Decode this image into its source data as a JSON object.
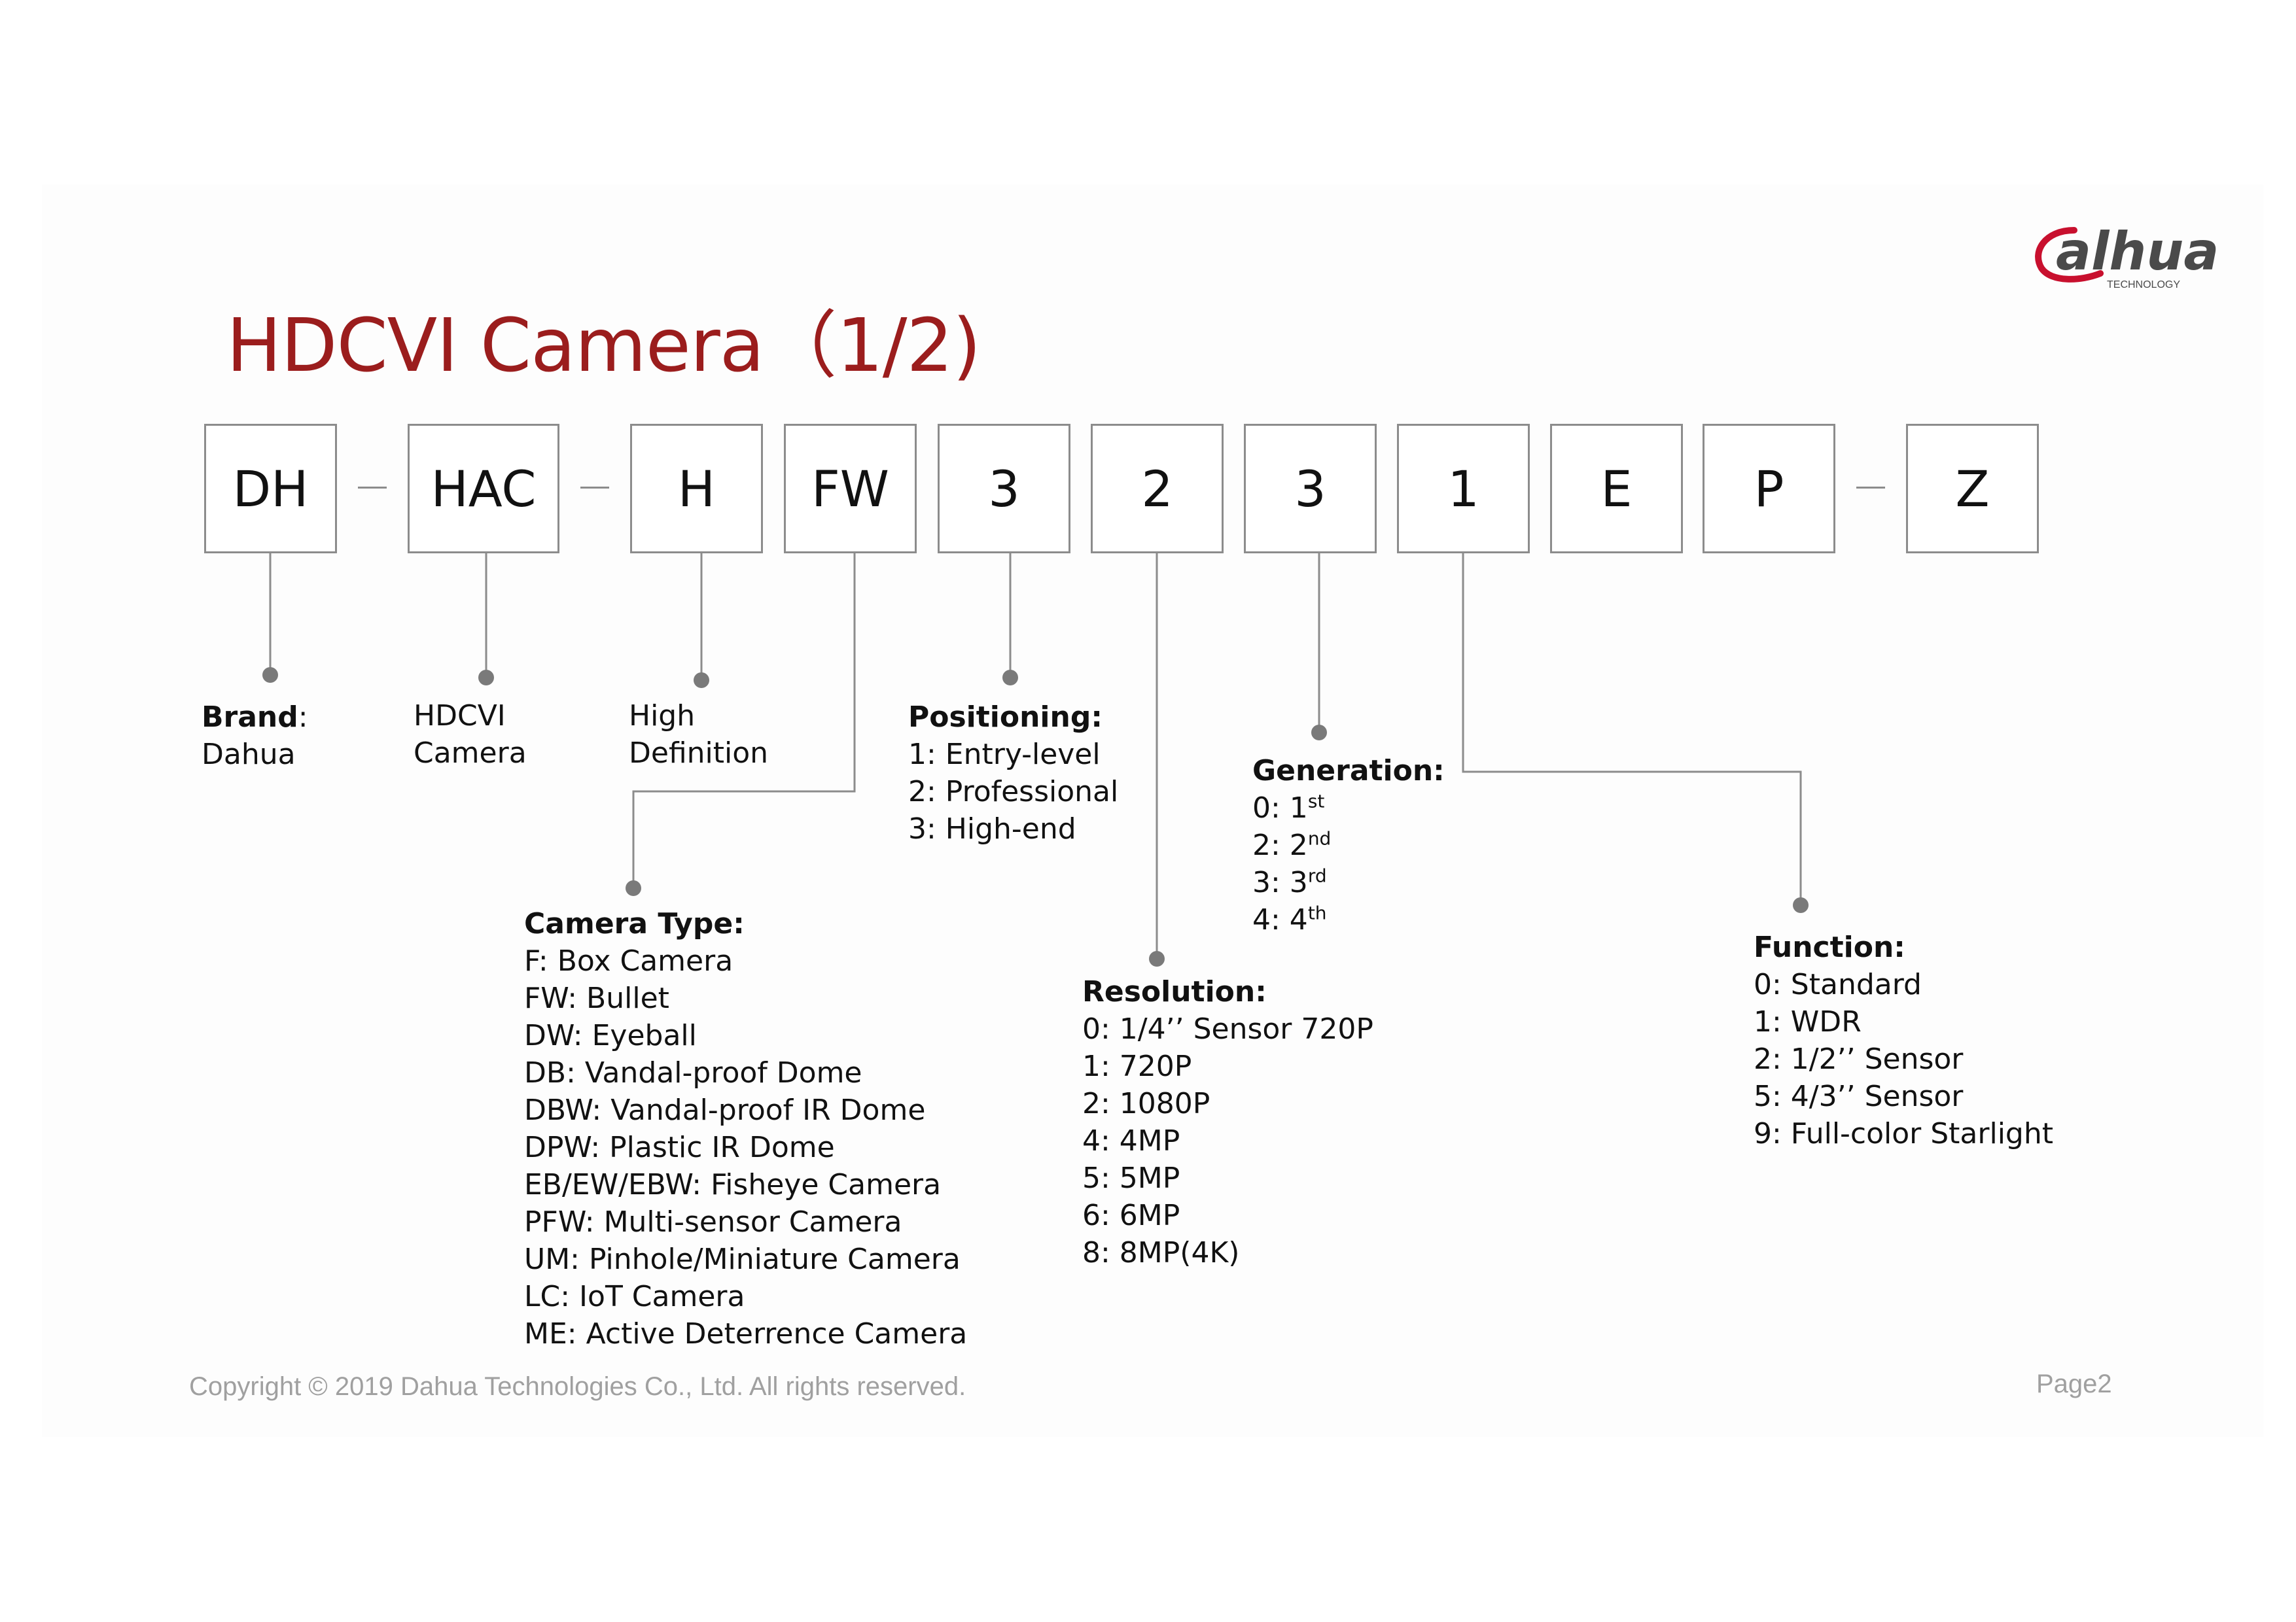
{
  "title": "HDCVI Camera（1/2)",
  "logo": {
    "wordmark": "alhua",
    "tagline": "TECHNOLOGY",
    "color": "#c8102e"
  },
  "code_segments": [
    "DH",
    "HAC",
    "H",
    "FW",
    "3",
    "2",
    "3",
    "1",
    "E",
    "P",
    "Z"
  ],
  "separator": "—",
  "brand": {
    "label": "Brand",
    "colon": ":",
    "value": "Dahua"
  },
  "hdcvi": {
    "line1": "HDCVI",
    "line2": "Camera"
  },
  "high_def": {
    "line1": "High",
    "line2": "Definition"
  },
  "camera_type": {
    "heading": "Camera Type:",
    "items": [
      "F: Box Camera",
      "FW: Bullet",
      "DW: Eyeball",
      "DB:  Vandal-proof Dome",
      "DBW: Vandal-proof IR Dome",
      "DPW: Plastic IR Dome",
      "EB/EW/EBW: Fisheye Camera",
      "PFW: Multi-sensor Camera",
      "UM: Pinhole/Miniature Camera",
      "LC: IoT Camera",
      "ME: Active Deterrence Camera"
    ]
  },
  "positioning": {
    "heading": "Positioning:",
    "items": [
      "1: Entry-level",
      "2: Professional",
      "3: High-end"
    ]
  },
  "resolution": {
    "heading": "Resolution:",
    "items": [
      "0: 1/4’’ Sensor 720P",
      "1: 720P",
      "2: 1080P",
      "4: 4MP",
      "5: 5MP",
      "6: 6MP",
      "8: 8MP(4K)"
    ]
  },
  "generation": {
    "heading": "Generation:",
    "items": [
      {
        "prefix": "0: 1",
        "sup": "st"
      },
      {
        "prefix": "2: 2",
        "sup": "nd"
      },
      {
        "prefix": "3: 3",
        "sup": "rd"
      },
      {
        "prefix": "4: 4",
        "sup": "th"
      }
    ]
  },
  "function": {
    "heading": "Function:",
    "items": [
      "0: Standard",
      "1: WDR",
      "2: 1/2’’ Sensor",
      "5: 4/3’’ Sensor",
      "9: Full-color Starlight"
    ]
  },
  "footer": {
    "copyright": "Copyright © 2019 Dahua Technologies Co., Ltd. All rights reserved.",
    "page": "Page2"
  },
  "colors": {
    "title": "#9b1d1d",
    "line": "#8c8c8c",
    "dot": "#7a7a7a",
    "footer": "#a0a0a0"
  }
}
